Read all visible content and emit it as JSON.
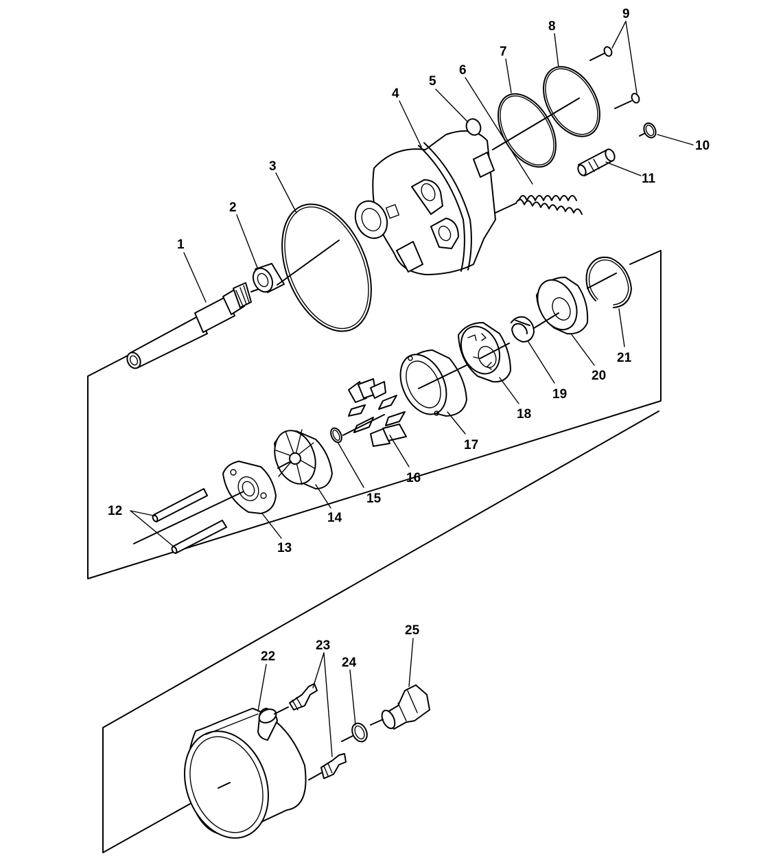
{
  "labels": {
    "p1": "1",
    "p2": "2",
    "p3": "3",
    "p4": "4",
    "p5": "5",
    "p6": "6",
    "p7": "7",
    "p8": "8",
    "p9": "9",
    "p10": "10",
    "p11": "11",
    "p12": "12",
    "p13": "13",
    "p14": "14",
    "p15": "15",
    "p16": "16",
    "p17": "17",
    "p18": "18",
    "p19": "19",
    "p20": "20",
    "p21": "21",
    "p22": "22",
    "p23": "23",
    "p24": "24",
    "p25": "25"
  },
  "colors": {
    "line": "#000000",
    "background": "#ffffff"
  }
}
